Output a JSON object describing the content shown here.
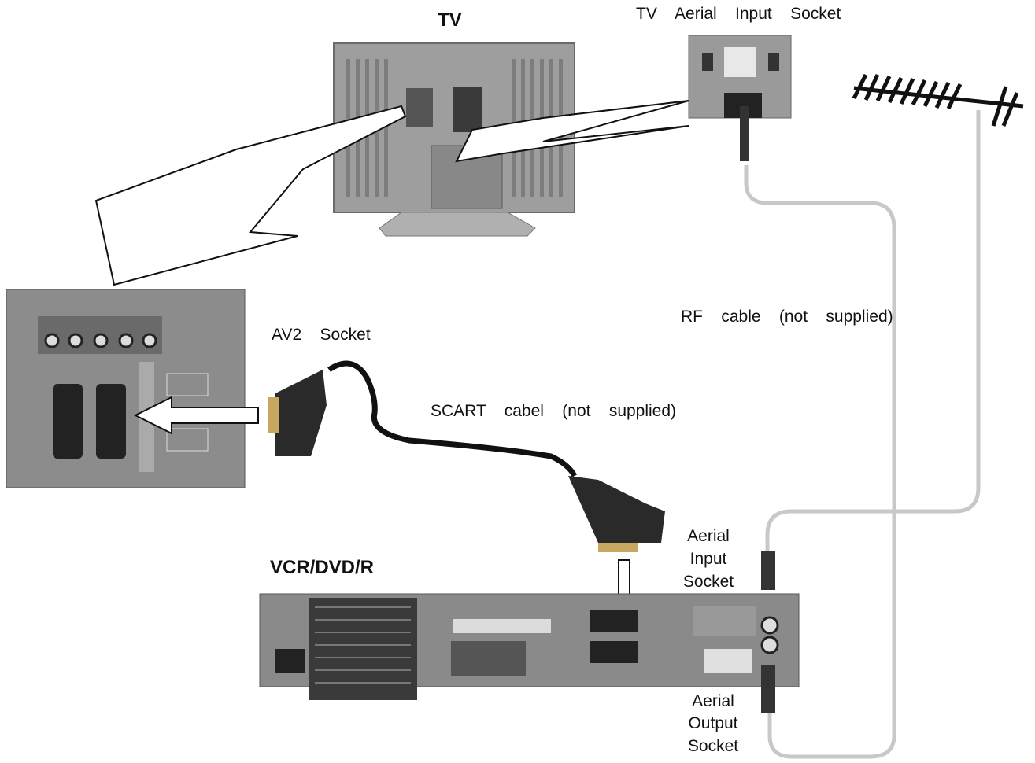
{
  "labels": {
    "tv": "TV",
    "tv_aerial_input_socket": "TV    Aerial    Input    Socket",
    "rf_cable": "RF    cable    (not    supplied)",
    "av2_socket": "AV2    Socket",
    "scart_cable": "SCART    cabel    (not    supplied)",
    "vcr_dvd_r": "VCR/DVD/R",
    "aerial_input_socket": [
      "Aerial",
      "Input",
      "Socket"
    ],
    "aerial_output_socket": [
      "Aerial",
      "Output",
      "Socket"
    ]
  },
  "colors": {
    "rf_cable": "#c8c8c8",
    "scart_cable": "#111111",
    "device_body": "#8a8a8a",
    "panel": "#9a9a9a"
  },
  "icons": [
    "tv-rear-illustration",
    "aerial-socket-illustration",
    "antenna-icon",
    "av-panel-illustration",
    "scart-plug-icon",
    "vcr-rear-illustration",
    "rf-connector-icon",
    "arrow-icon"
  ]
}
